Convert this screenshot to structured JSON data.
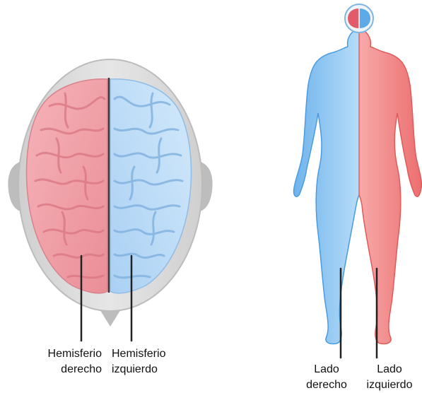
{
  "labels": {
    "right_hemisphere": {
      "line1": "Hemisferio",
      "line2": "derecho"
    },
    "left_hemisphere": {
      "line1": "Hemisferio",
      "line2": "izquierdo"
    },
    "right_side": {
      "line1": "Lado",
      "line2": "derecho"
    },
    "left_side": {
      "line1": "Lado",
      "line2": "izquierdo"
    }
  },
  "colors": {
    "right_hemisphere": "#f2a4aa",
    "left_hemisphere": "#b9dbf7",
    "body_right_side": "#9fcdf3",
    "body_left_side": "#f38f8f",
    "head_outline": "#c9c9c9",
    "leader_line": "#222222"
  },
  "icons": {
    "brain": "brain-top-view-icon",
    "body": "human-body-front-icon"
  }
}
